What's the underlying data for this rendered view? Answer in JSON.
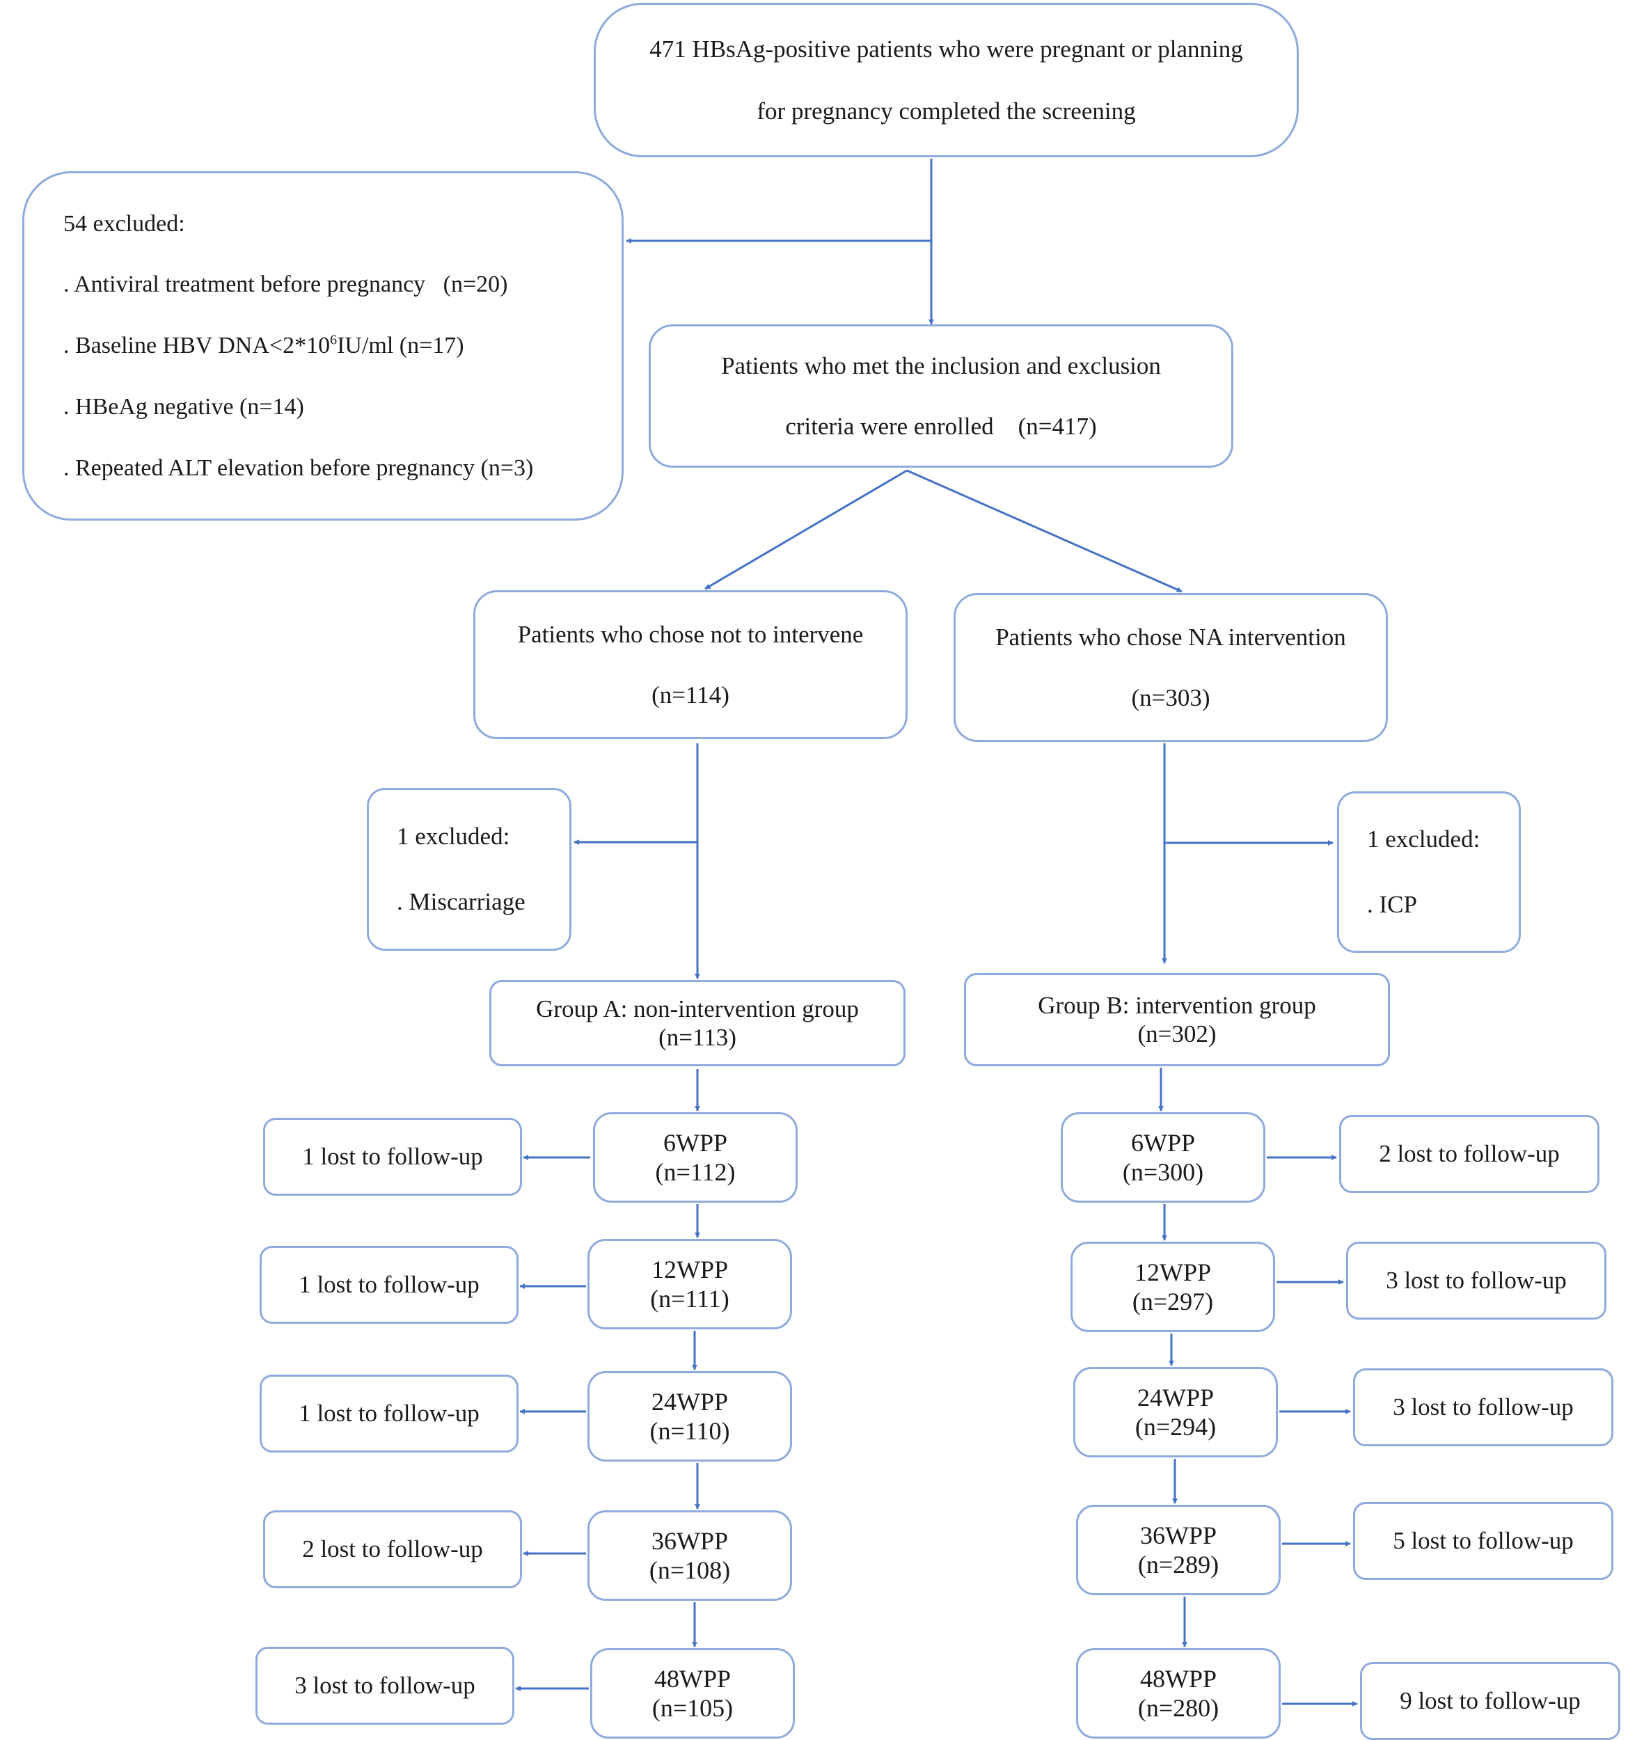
{
  "screening": {
    "line1": "471 HBsAg-positive patients who were pregnant or planning",
    "line2": "for pregnancy completed the screening"
  },
  "excluded_main": {
    "title": "54 excluded:",
    "items": [
      ". Antiviral treatment before pregnancy   (n=20)",
      ". Baseline HBV DNA<2*10",
      ". HBeAg negative (n=14)",
      ". Repeated ALT elevation before pregnancy (n=3)"
    ],
    "item2_sup": "6",
    "item2_tail": "IU/ml (n=17)"
  },
  "enrolled": {
    "line1": "Patients who met the inclusion and exclusion",
    "line2": "criteria were enrolled    (n=417)"
  },
  "branch_a": {
    "line1": "Patients who chose not to intervene",
    "line2": "(n=114)"
  },
  "branch_b": {
    "line1": "Patients who chose NA intervention",
    "line2": "(n=303)"
  },
  "excl_a": {
    "title": "1 excluded:",
    "item": ". Miscarriage"
  },
  "excl_b": {
    "title": "1 excluded:",
    "item": ". ICP"
  },
  "group_a": {
    "line1": "Group A: non-intervention group",
    "line2": "(n=113)"
  },
  "group_b": {
    "line1": "Group B: intervention group",
    "line2": "(n=302)"
  },
  "steps_a": [
    {
      "label": "6WPP",
      "n": "(n=112)",
      "lost": "1 lost to follow-up"
    },
    {
      "label": "12WPP",
      "n": "(n=111)",
      "lost": "1 lost to follow-up"
    },
    {
      "label": "24WPP",
      "n": "(n=110)",
      "lost": "1 lost to follow-up"
    },
    {
      "label": "36WPP",
      "n": "(n=108)",
      "lost": "2 lost to follow-up"
    },
    {
      "label": "48WPP",
      "n": "(n=105)",
      "lost": "3 lost to follow-up"
    }
  ],
  "steps_b": [
    {
      "label": "6WPP",
      "n": "(n=300)",
      "lost": "2 lost to follow-up"
    },
    {
      "label": "12WPP",
      "n": "(n=297)",
      "lost": "3 lost to follow-up"
    },
    {
      "label": "24WPP",
      "n": "(n=294)",
      "lost": "3 lost to follow-up"
    },
    {
      "label": "36WPP",
      "n": "(n=289)",
      "lost": "5 lost to follow-up"
    },
    {
      "label": "48WPP",
      "n": "(n=280)",
      "lost": "9 lost to follow-up"
    }
  ],
  "colors": {
    "border": "#8faadc",
    "arrow": "#4472c4",
    "text": "#1a1a1a"
  }
}
